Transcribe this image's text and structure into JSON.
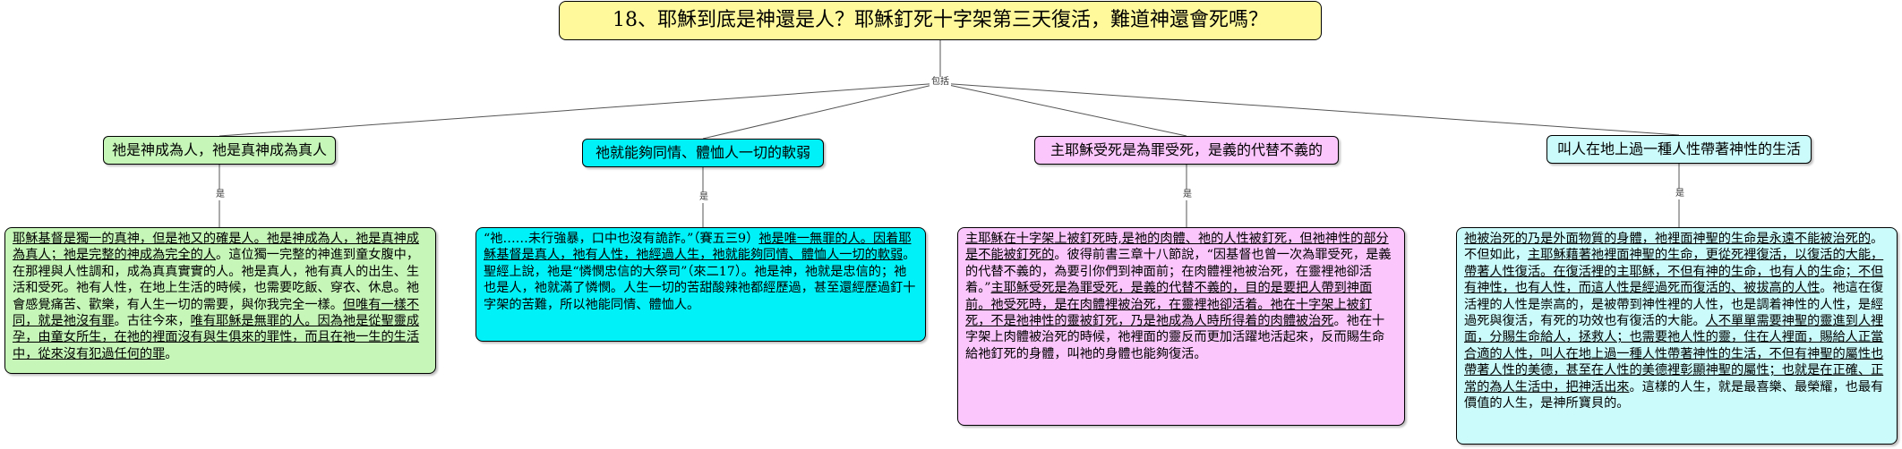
{
  "colors": {
    "title_bg": "#fff99c",
    "branch_1": "#c6f7b8",
    "branch_2": "#00f1f7",
    "branch_3": "#fbc6fb",
    "branch_4": "#cbfbfb"
  },
  "title": "18、耶穌到底是神還是人？耶穌釘死十字架第三天復活，難道神還會死嗎？",
  "root_connector": "包括",
  "branch_connector": "是",
  "branches": [
    {
      "label": "祂是神成為人，祂是真神成為真人",
      "segments": [
        {
          "t": "耶穌基督是獨一的真神，但是祂又的確是人。祂是神成為人，祂是真神成為真人；祂是完整的神成為完全的人",
          "u": true
        },
        {
          "t": "。這位獨一完整的神進到童女腹中，在那裡與人性調和，成為真真實實的人。祂是真人，祂有真人的出生、生活和受死。祂有人性，在地上生活的時候，也需要吃飯、穿衣、休息。祂會感覺痛苦、歡樂，有人生一切的需要，與你我完全一樣。",
          "u": false
        },
        {
          "t": "但唯有一樣不同，就是祂沒有罪",
          "u": true
        },
        {
          "t": "。古往今來，",
          "u": false
        },
        {
          "t": "唯有耶穌是無罪的人。因為祂是從聖靈成孕，由童女所生，在祂的裡面沒有與生俱來的罪性，而且在祂一生的生活中，從來沒有犯過任何的罪",
          "u": true
        },
        {
          "t": "。",
          "u": false
        }
      ]
    },
    {
      "label": "祂就能夠同情、體恤人一切的軟弱",
      "segments": [
        {
          "t": "“祂……未行強暴，口中也沒有詭詐。”（賽五三9）",
          "u": false
        },
        {
          "t": "祂是唯一無罪的人。因着耶穌基督是真人，祂有人性，祂經過人生，祂就能夠同情、體恤人一切的軟弱",
          "u": true
        },
        {
          "t": "。聖經上說，祂是“憐憫忠信的大祭司”（來二17）。祂是神，祂就是忠信的；祂也是人，祂就滿了憐憫。人生一切的苦甜酸辣祂都經歷過，甚至還經歷過釘十字架的苦難，所以祂能同情、體恤人。",
          "u": false
        }
      ]
    },
    {
      "label": "主耶穌受死是為罪受死，是義的代替不義的",
      "segments": [
        {
          "t": "主耶穌在十字架上被釘死時,是祂的肉體、祂的人性被釘死，但祂神性的部分是不能被釘死的",
          "u": true
        },
        {
          "t": "。彼得前書三章十八節說，“因基督也曾一次為罪受死，是義的代替不義的，為要引你們到神面前；在肉體裡祂被治死，在靈裡祂卻活着。”",
          "u": false
        },
        {
          "t": "主耶穌受死是為罪受死，是義的代替不義的，目的是要把人帶到神面前。祂受死時，是在肉體裡被治死，在靈裡祂卻活着。祂在十字架上被釘死，不是祂神性的靈被釘死，乃是祂成為人時所得着的肉體被治死",
          "u": true
        },
        {
          "t": "。祂在十字架上肉體被治死的時候，祂裡面的靈反而更加活躍地活起來，反而賜生命給祂釘死的身體，叫祂的身體也能夠復活。",
          "u": false
        }
      ]
    },
    {
      "label": "叫人在地上過一種人性帶著神性的生活",
      "segments": [
        {
          "t": "祂被治死的乃是外面物質的身體，祂裡面神聖的生命是永遠不能被治死的",
          "u": true
        },
        {
          "t": "。不但如此，",
          "u": false
        },
        {
          "t": "主耶穌藉著祂裡面神聖的生命，更從死裡復活，以復活的大能，帶著人性復活",
          "u": true
        },
        {
          "t": "。在復活裡的主耶穌，不但有神的生命，也有人的生命；不但有神性，也有人性，而這人性是經過死而復活的、被拔高的人性",
          "u": true
        },
        {
          "t": "。祂這在復活裡的人性是崇高的，是被帶到神性裡的人性，也是調着神性的人性，是經過死與復活，有死的功效也有復活的大能。",
          "u": false
        },
        {
          "t": "人不單單需要神聖的靈進到人裡面，分賜生命給人，拯救人；也需要祂人性的靈，住在人裡面，賜給人正當合適的人性，叫人在地上過一種人性帶著神性的生活，不但有神聖的屬性也帶著人性的美德，甚至在人性的美德裡彰顯神聖的屬性；也就是在正確、正常的為人生活中，把神活出來",
          "u": true
        },
        {
          "t": "。這樣的人生，就是最喜樂、最榮耀，也最有價值的人生，是神所寶貝的。",
          "u": false
        }
      ]
    }
  ]
}
